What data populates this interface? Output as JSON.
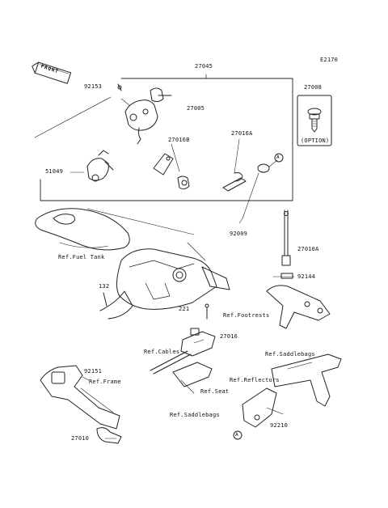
{
  "diagram": {
    "code": "E2170",
    "front_badge": "FRONT",
    "labels": {
      "p27045": "27045",
      "p92153": "92153",
      "p27005": "27005",
      "p27008": "27008",
      "option": "(OPTION)",
      "p27016B": "27016B",
      "p27016A": "27016A",
      "p51049": "51049",
      "p92009": "92009",
      "p27010A": "27010A",
      "ref_fuel_tank": "Ref.Fuel Tank",
      "p92144": "92144",
      "p132": "132",
      "p221": "221",
      "ref_footrests": "Ref.Footrests",
      "p27016": "27016",
      "ref_cables": "Ref.Cables",
      "ref_saddlebags_top": "Ref.Saddlebags",
      "p92151": "92151",
      "ref_frame": "Ref.Frame",
      "ref_reflectors": "Ref.Reflectors",
      "ref_seat": "Ref.Seat",
      "ref_saddlebags_bottom": "Ref.Saddlebags",
      "p92210": "92210",
      "p27010": "27010",
      "marker_a1": "A",
      "marker_a2": "A"
    }
  }
}
